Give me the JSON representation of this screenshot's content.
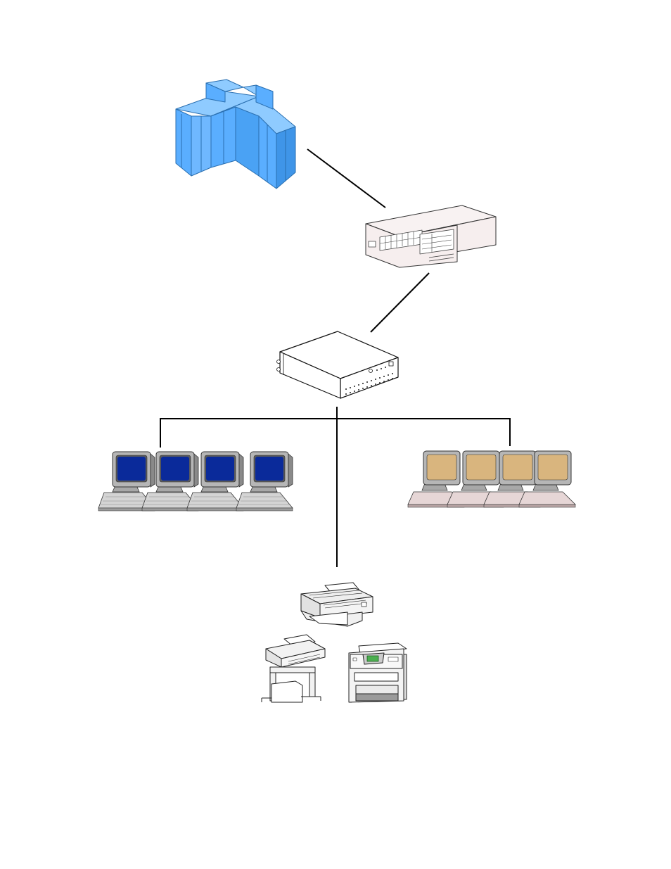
{
  "diagram": {
    "type": "network-topology",
    "nodes": [
      {
        "id": "mainframe",
        "icon": "mainframe-icon"
      },
      {
        "id": "controller",
        "icon": "controller-box-icon"
      },
      {
        "id": "hub",
        "icon": "network-hub-icon"
      },
      {
        "id": "workstations-left",
        "icon": "workstation-icon",
        "count": 4
      },
      {
        "id": "workstations-right",
        "icon": "workstation-icon",
        "count": 4
      },
      {
        "id": "laser-printer",
        "icon": "laser-printer-icon"
      },
      {
        "id": "copier",
        "icon": "copier-printer-icon"
      },
      {
        "id": "line-printer",
        "icon": "line-printer-icon"
      }
    ],
    "edges": [
      {
        "from": "mainframe",
        "to": "controller"
      },
      {
        "from": "controller",
        "to": "hub"
      },
      {
        "from": "hub",
        "to": "workstations-left"
      },
      {
        "from": "hub",
        "to": "workstations-right"
      },
      {
        "from": "hub",
        "to": "laser-printer"
      }
    ]
  },
  "colors": {
    "mainframe": "#5aaeff",
    "mainframe_edge": "#2a6fb0",
    "screen_left": "#0a2a9a",
    "screen_right": "#d9b57e",
    "device_body": "#f2f2f2",
    "controller_body": "#f6eeee",
    "keyboard_right": "#e6d6d6",
    "line": "#000000"
  }
}
